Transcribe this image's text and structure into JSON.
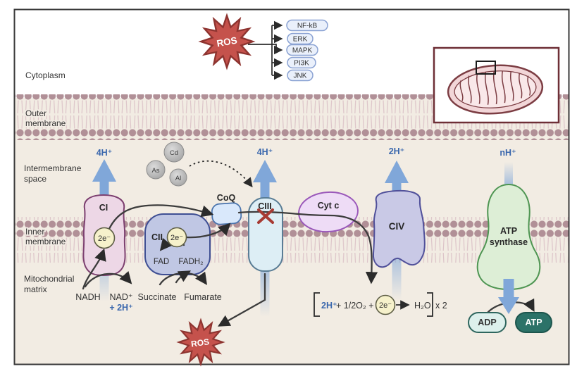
{
  "colors": {
    "background_cream": "#f2ece3",
    "frame_border": "#3a3a3a",
    "membrane_head": "#b19097",
    "membrane_tail": "#dcc3c8",
    "proton_text": "#3a67ad",
    "proton_arrow": "#80a7d9",
    "ros_fill": "#c5524c",
    "ros_border": "#8e3430",
    "complex_i_fill": "#edd7e6",
    "complex_i_border": "#7d4070",
    "complex_ii_fill": "#c0c7e4",
    "complex_ii_border": "#3f4f93",
    "coq_fill": "#d9e8fb",
    "coq_border": "#4a74ad",
    "complex_iii_fill": "#ddeef5",
    "complex_iii_border": "#5a7d95",
    "cyt_c_fill": "#eedcf6",
    "cyt_c_border": "#9a58ba",
    "complex_iv_fill": "#c9c9e6",
    "complex_iv_border": "#50509a",
    "atp_synthase_fill": "#ddeed6",
    "atp_synthase_border": "#4e9552",
    "electron_badge_fill": "#f6f1cb",
    "electron_badge_border": "#5f5f46",
    "metal_stroke": "#8b8b8b",
    "pill_fill": "#eaf0fb",
    "pill_border": "#8aa2d3",
    "adp_fill": "#ddf0ec",
    "adp_border": "#2e665e",
    "atp_fill": "#2c7268",
    "block_x": "#a73b33",
    "inset_border": "#6e2f36",
    "mito_fill": "#f2d6d8",
    "mito_border": "#7c3d43",
    "line_dark": "#3c3c3c"
  },
  "compartments": {
    "cytoplasm": "Cytoplasm",
    "outer_membrane": [
      "Outer",
      "membrane"
    ],
    "intermembrane_space": [
      "Intermembrane",
      "space"
    ],
    "inner_membrane": [
      "Inner",
      "membrane"
    ],
    "matrix": [
      "Mitochondrial",
      "matrix"
    ]
  },
  "signaling": {
    "ros": "ROS",
    "targets": [
      "NF-kB",
      "ERK",
      "MAPK",
      "PI3K",
      "JNK"
    ]
  },
  "complexes": {
    "ci": "CI",
    "cii": "CII",
    "coq": "CoQ",
    "ciii": "CIII",
    "cyt_c": "Cyt c",
    "civ": "CIV",
    "atp_synthase": [
      "ATP",
      "synthase"
    ]
  },
  "protons": {
    "ci": "4H⁺",
    "ciii": "4H⁺",
    "civ": "2H⁺",
    "atp_synthase": "nH⁺"
  },
  "electron_pair": "2e⁻",
  "metals": {
    "cd": "Cd",
    "as": "As",
    "al": "Al"
  },
  "matrix_labels": {
    "nadh": "NADH",
    "nad": "NAD⁺",
    "plus_2h": "+ 2H⁺",
    "succinate": "Succinate",
    "fumarate": "Fumarate",
    "fad": "FAD",
    "fadh2": "FADH₂"
  },
  "water_reaction": {
    "protons": "2H⁺",
    "oxygen": "+ 1/2O₂ +",
    "electron": "2e⁻",
    "water": "H₂O",
    "multiplier": "x 2"
  },
  "ros_bottom": "ROS",
  "nucleotides": {
    "adp": "ADP",
    "atp": "ATP"
  }
}
